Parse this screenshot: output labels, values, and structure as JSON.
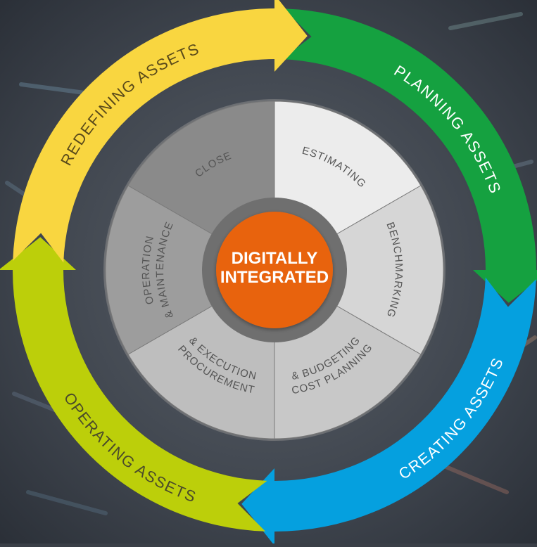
{
  "center": {
    "line1": "DIGITALLY",
    "line2": "INTEGRATED",
    "color": "#e8630f"
  },
  "cycle": [
    {
      "label": "PLANNING ASSETS",
      "color": "#15a140"
    },
    {
      "label": "CREATING ASSETS",
      "color": "#05a0df"
    },
    {
      "label": "OPERATING ASSETS",
      "color": "#bccf0a"
    },
    {
      "label": "REDEFINING ASSETS",
      "color": "#f9d640"
    }
  ],
  "segments": [
    {
      "lines": [
        "ESTIMATING"
      ],
      "color": "#ececec"
    },
    {
      "lines": [
        "BENCHMARKING"
      ],
      "color": "#d6d6d6"
    },
    {
      "lines": [
        "COST PLANNING",
        "& BUDGETING"
      ],
      "color": "#c8c8c8"
    },
    {
      "lines": [
        "PROCUREMENT",
        "& EXECUTION"
      ],
      "color": "#bebebe"
    },
    {
      "lines": [
        "OPERATION",
        "& MAINTENANCE"
      ],
      "color": "#9d9d9d"
    },
    {
      "lines": [
        "CLOSE"
      ],
      "color": "#8a8a8a"
    }
  ],
  "colors": {
    "background": "#3a3f47",
    "text_dark": "#555555",
    "text_on_green": "#ffffff",
    "ring_gap": "#6a6a6a"
  }
}
